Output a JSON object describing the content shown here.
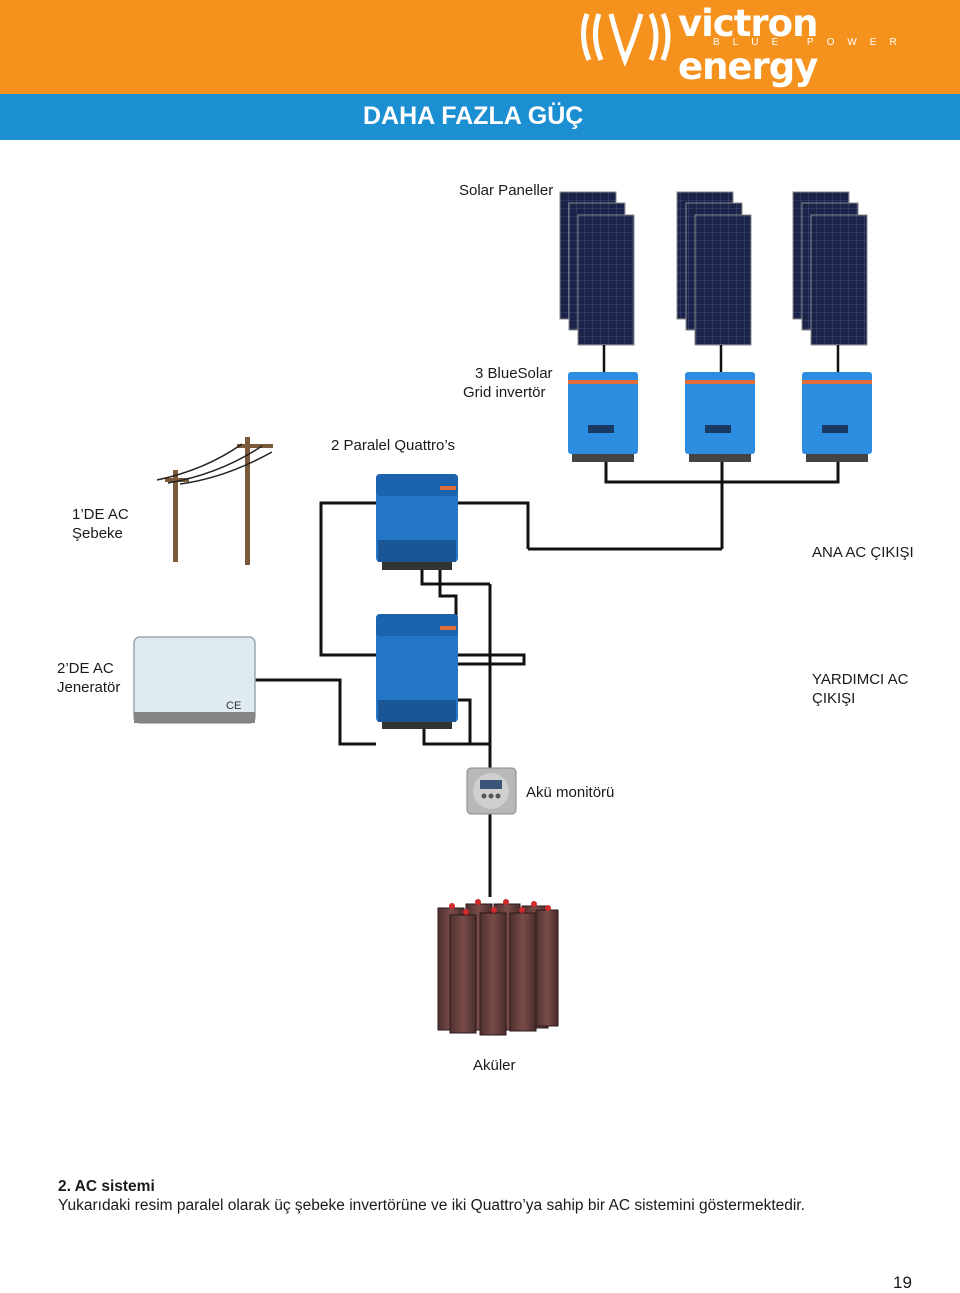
{
  "header": {
    "brand_name": "victron energy",
    "brand_tagline": "BLUE POWER",
    "colors": {
      "header_bg": "#f5921e",
      "title_bg": "#1c8fd3"
    }
  },
  "title": "DAHA FAZLA GÜÇ",
  "labels": {
    "solar_panels": "Solar Paneller",
    "grid_inverter_line1": "3 BlueSolar",
    "grid_inverter_line2": "Grid invertör",
    "quattros": "2 Paralel Quattro’s",
    "grid_line1": "1’DE AC",
    "grid_line2": "Şebeke",
    "main_ac_out": "ANA AC ÇIKIŞI",
    "generator_line1": "2’DE AC",
    "generator_line2": "Jeneratör",
    "aux_ac_line1": "YARDIMCI AC",
    "aux_ac_line2": "ÇIKIŞI",
    "battery_monitor": "Akü monitörü",
    "batteries": "Aküler",
    "generator_mark": "CE"
  },
  "caption": {
    "title": "2. AC sistemi",
    "body": "Yukarıdaki resim paralel olarak üç şebeke invertörüne ve iki Quattro’ya sahip bir AC sistemini göstermektedir."
  },
  "page_number": "19"
}
